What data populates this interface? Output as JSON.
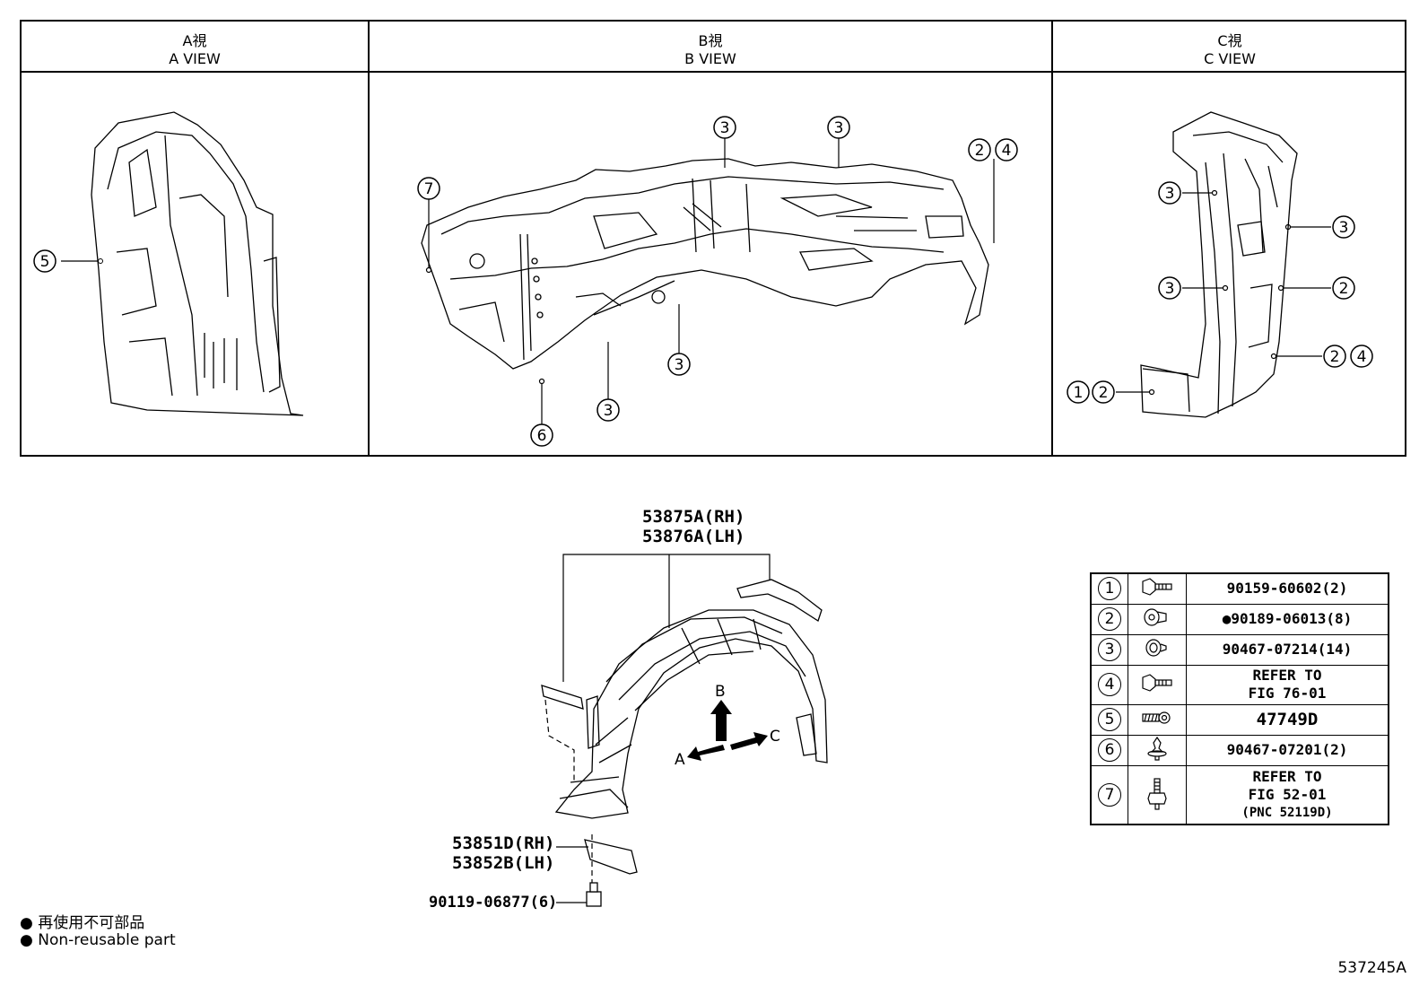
{
  "views": [
    {
      "jp": "A視",
      "en": "A VIEW"
    },
    {
      "jp": "B視",
      "en": "B VIEW"
    },
    {
      "jp": "C視",
      "en": "C VIEW"
    }
  ],
  "view_callouts": {
    "a": [
      "5"
    ],
    "b": [
      "7",
      "3",
      "3",
      "2",
      "4",
      "3",
      "3",
      "6"
    ],
    "c": [
      "3",
      "3",
      "3",
      "2",
      "2",
      "4",
      "1",
      "2"
    ]
  },
  "main": {
    "liner_rh": "53875A(RH)",
    "liner_lh": "53876A(LH)",
    "seal_rh": "53851D(RH)",
    "seal_lh": "53852B(LH)",
    "bolt": "90119-06877(6)",
    "dir_a": "A",
    "dir_b": "B",
    "dir_c": "C"
  },
  "legend": [
    {
      "num": "1",
      "icon": "bolt-icon",
      "part": "90159-60602(2)"
    },
    {
      "num": "2",
      "icon": "nut-icon",
      "part": "●90189-06013(8)"
    },
    {
      "num": "3",
      "icon": "clip-icon",
      "part": "90467-07214(14)"
    },
    {
      "num": "4",
      "icon": "bolt-icon",
      "part_l1": "REFER TO",
      "part_l2": "FIG 76-01"
    },
    {
      "num": "5",
      "icon": "screw-icon",
      "part": "47749D"
    },
    {
      "num": "6",
      "icon": "push-clip-icon",
      "part": "90467-07201(2)"
    },
    {
      "num": "7",
      "icon": "stud-bolt-icon",
      "part_l1": "REFER TO",
      "part_l2": "FIG 52-01",
      "part_l3": "(PNC 52119D)"
    }
  ],
  "notes": {
    "jp": "● 再使用不可部品",
    "en": "● Non-reusable part"
  },
  "figure_id": "537245A"
}
